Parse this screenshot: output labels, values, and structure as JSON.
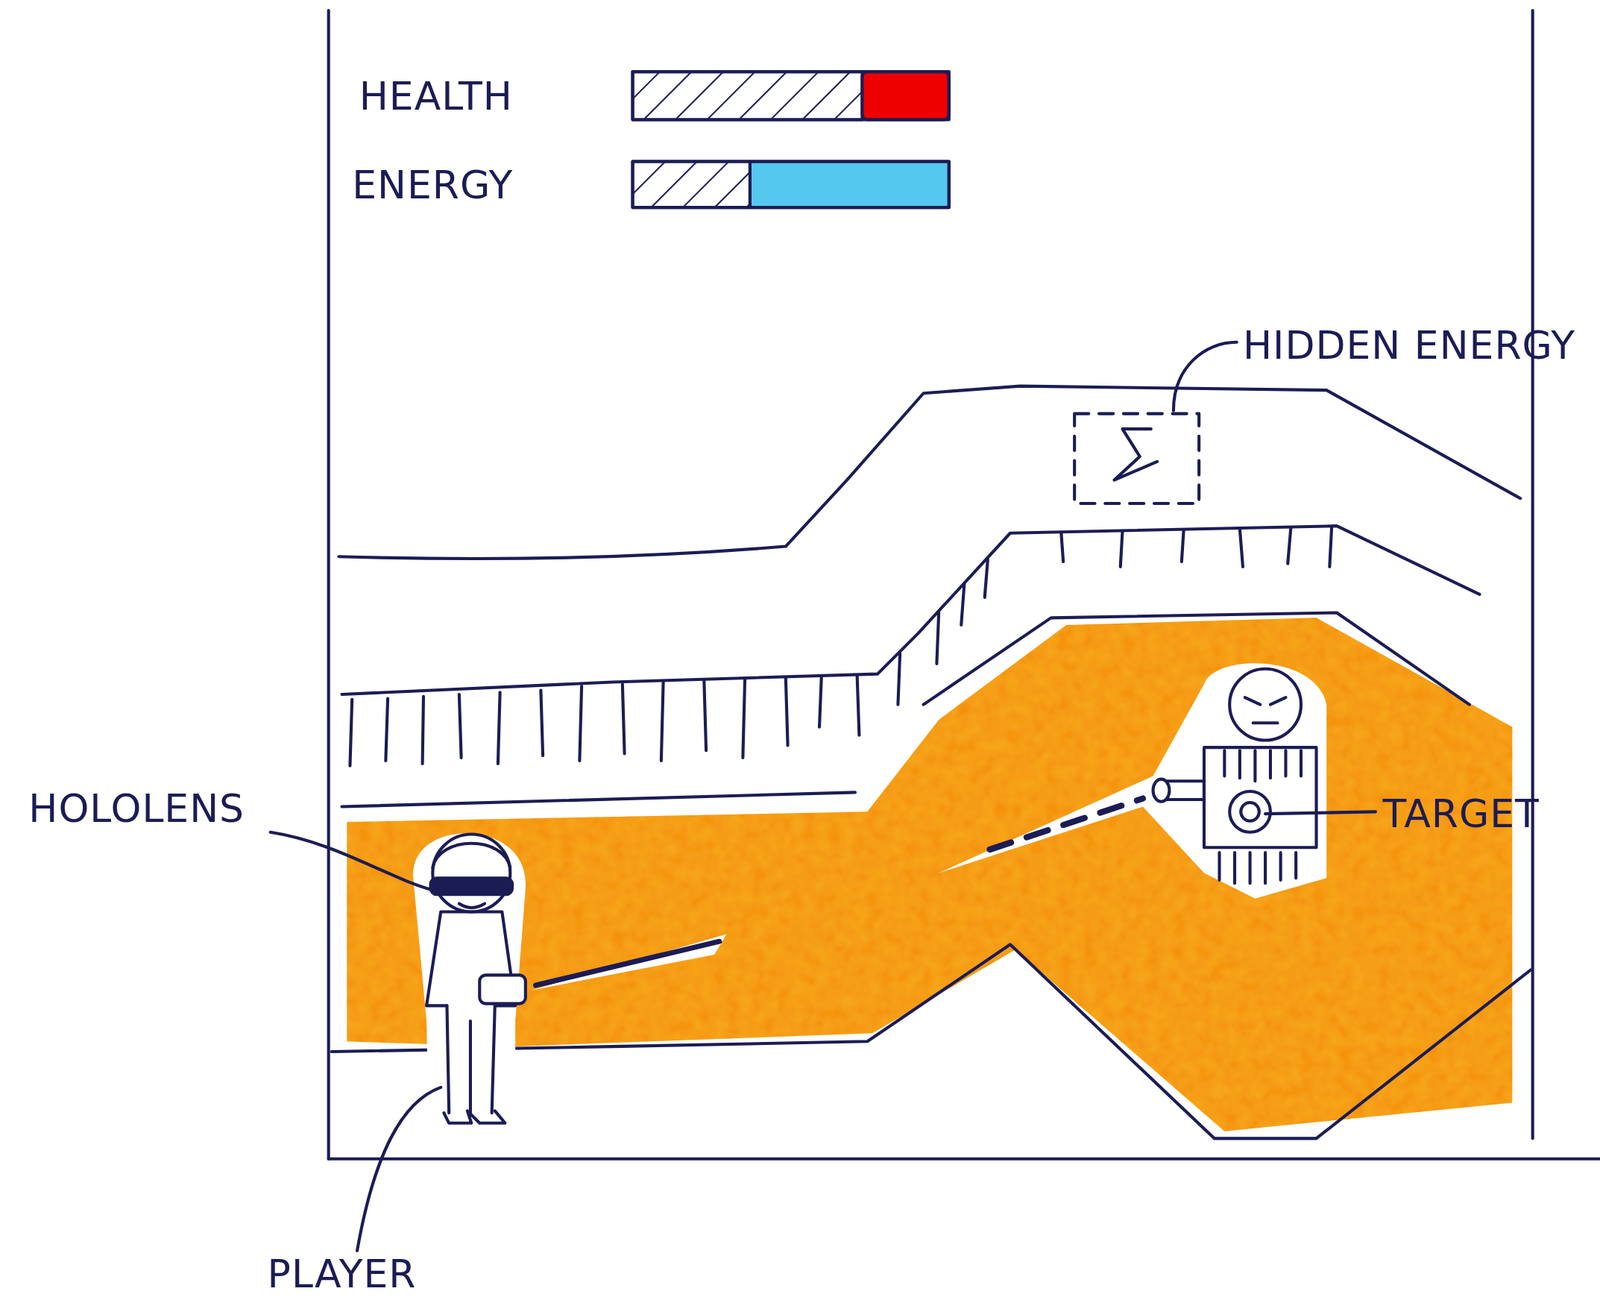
{
  "diagram": {
    "labels": [
      "HEALTH",
      "ENERGY",
      "HIDDEN ENERGY",
      "HOLOLENS",
      "TARGET",
      "PLAYER"
    ]
  }
}
